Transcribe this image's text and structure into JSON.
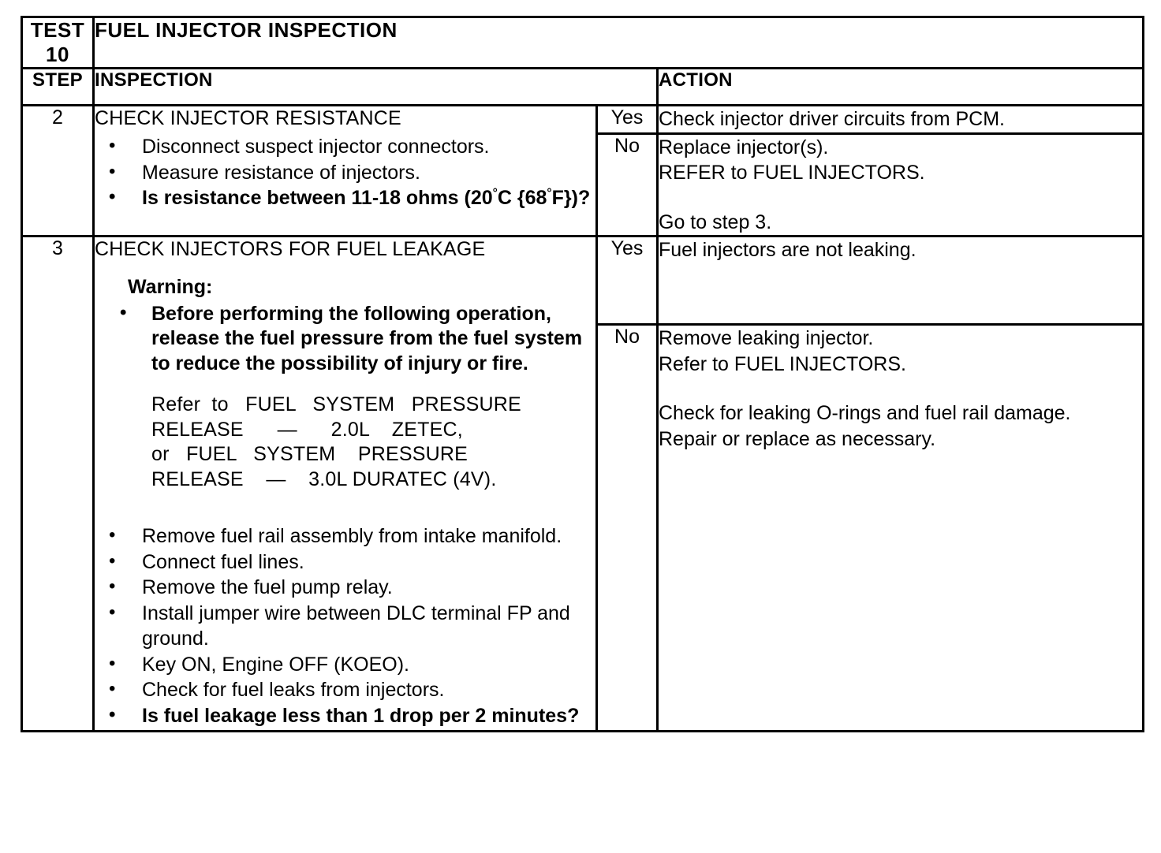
{
  "table": {
    "test_label": "TEST 10",
    "test_title": "FUEL INJECTOR INSPECTION",
    "headers": {
      "step": "STEP",
      "inspection": "INSPECTION",
      "yesno": "",
      "action": "ACTION"
    },
    "steps": [
      {
        "number": "2",
        "inspection_title": "CHECK INJECTOR RESISTANCE",
        "bullets": [
          {
            "text": "Disconnect suspect injector connectors.",
            "bold": false
          },
          {
            "text": "Measure resistance of injectors.",
            "bold": false
          },
          {
            "text": "Is resistance between 11-18 ohms (20°C {68°F})?",
            "bold": true
          }
        ],
        "bullet_3_parts": {
          "pre_c": "Is resistance between 11-18 ohms (20",
          "deg_c": "°",
          "mid": "C {68",
          "deg_f": "°",
          "post": "F})?"
        },
        "outcomes": [
          {
            "answer": "Yes",
            "lines": [
              "Check injector driver circuits from PCM."
            ]
          },
          {
            "answer": "No",
            "lines": [
              "Replace injector(s).",
              "REFER to FUEL INJECTORS.",
              "",
              "Go to step 3."
            ]
          }
        ]
      },
      {
        "number": "3",
        "inspection_title": "CHECK INJECTORS FOR FUEL LEAKAGE",
        "warning_label": "Warning:",
        "warning_bullets": [
          "Before performing the following operation, release the fuel pressure from the fuel system to reduce the possibility of injury or fire."
        ],
        "refer_paragraph": {
          "full_text": "Refer to FUEL SYSTEM PRESSURE RELEASE — 2.0L ZETEC, or FUEL SYSTEM PRESSURE RELEASE — 3.0L DURATEC (4V).",
          "lines": [
            "Refer  to   FUEL   SYSTEM   PRESSURE",
            "RELEASE      —      2.0L    ZETEC,",
            "or   FUEL   SYSTEM    PRESSURE",
            "RELEASE    —    3.0L DURATEC (4V)."
          ]
        },
        "bullets": [
          {
            "text": "Remove fuel rail assembly from intake manifold.",
            "bold": false
          },
          {
            "text": "Connect fuel lines.",
            "bold": false
          },
          {
            "text": "Remove the fuel pump relay.",
            "bold": false
          },
          {
            "text": "Install jumper wire between DLC terminal FP and ground.",
            "bold": false
          },
          {
            "text": "Key ON, Engine OFF (KOEO).",
            "bold": false
          },
          {
            "text": "Check for fuel leaks from injectors.",
            "bold": false
          },
          {
            "text": "Is fuel leakage less than 1 drop per 2 minutes?",
            "bold": true
          }
        ],
        "outcomes": [
          {
            "answer": "Yes",
            "lines": [
              "Fuel injectors are not leaking."
            ]
          },
          {
            "answer": "No",
            "lines": [
              "Remove leaking injector.",
              "Refer to  FUEL INJECTORS.",
              "",
              "Check for leaking O-rings and fuel rail damage.",
              "Repair or replace as necessary."
            ]
          }
        ]
      }
    ]
  },
  "colors": {
    "ink": "#000000",
    "paper": "#ffffff"
  }
}
